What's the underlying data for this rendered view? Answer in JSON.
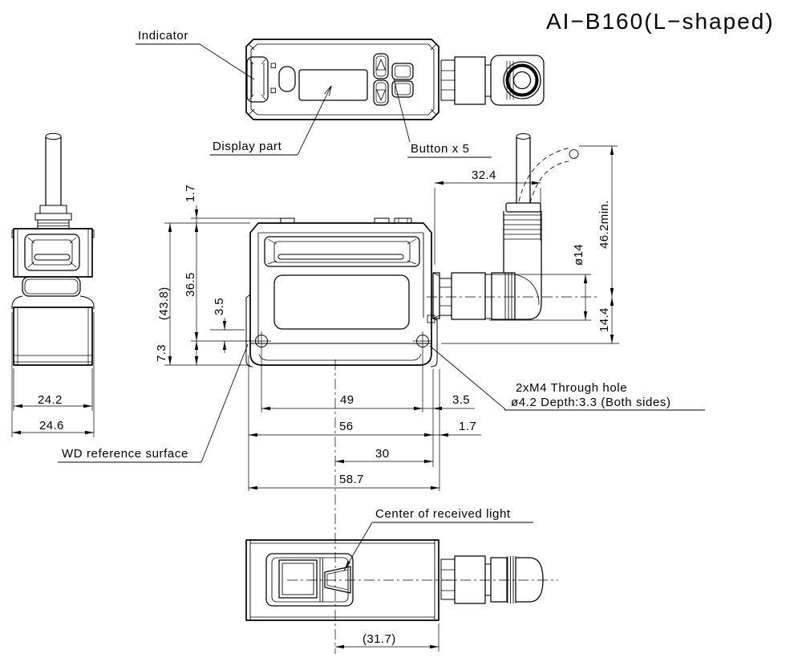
{
  "background": "#ffffff",
  "ink": "#000000",
  "title": "AI−B160(L−shaped)",
  "labels": {
    "indicator": "Indicator",
    "display_part": "Display part",
    "buttons": "Button x 5",
    "wd_reference": "WD reference surface",
    "center_received": "Center of received light",
    "note_line1": "2xM4 Through hole",
    "note_line2": "ø4.2 Depth:3.3 (Both sides)"
  },
  "dimensions": {
    "front": {
      "width_inner": "24.2",
      "width_outer": "24.6"
    },
    "side_left": {
      "top_tab": "1.7",
      "overall_height": "(43.8)",
      "top_to_hole": "36.5",
      "recess_to_hole": "3.5",
      "hole_to_bottom": "7.3"
    },
    "side_bottom": {
      "hole_pitch": "49",
      "hole_to_edge": "3.5",
      "body_width": "56",
      "edge_tab": "1.7",
      "center_to_face": "30",
      "overall_width": "58.7"
    },
    "connector": {
      "length": "32.4",
      "bend_min": "46.2min.",
      "diameter": "ø14",
      "center_to_base": "14.4"
    },
    "bottom": {
      "center_to_face": "(31.7)"
    }
  }
}
